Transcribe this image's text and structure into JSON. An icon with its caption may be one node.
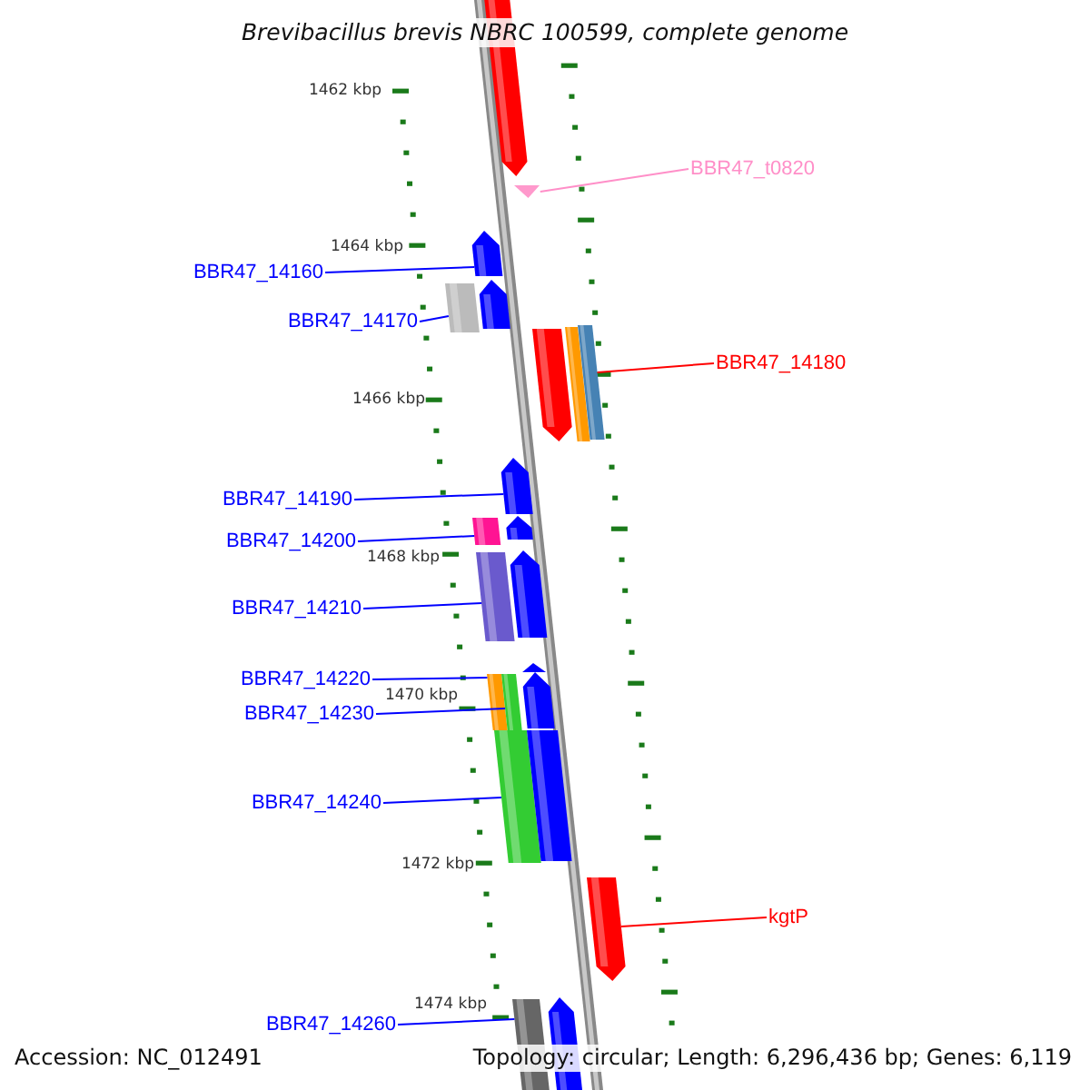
{
  "diagram": {
    "title": "Brevibacillus brevis NBRC 100599, complete genome",
    "nodes": [
      {
        "text": [],
        "shape": "arrow"
      },
      {
        "text": [
          "BBR47_t0820"
        ]
      },
      {
        "text": [],
        "shape": "arrow"
      },
      {
        "text": [],
        "shape": "arrow"
      },
      {
        "text": [
          "BBR47_14160"
        ]
      },
      {
        "text": [],
        "shape": "box"
      },
      {
        "text": [],
        "shape": "arrow"
      },
      {
        "text": [
          "BBR47_14170"
        ]
      },
      {
        "text": [],
        "shape": "arrow"
      },
      {
        "text": [],
        "shape": "box"
      },
      {
        "text": [],
        "shape": "box"
      },
      {
        "text": [
          "BBR47_14180"
        ]
      },
      {
        "text": [],
        "shape": "arrow"
      },
      {
        "text": [
          "BBR47_14190"
        ]
      },
      {
        "text": [],
        "shape": "arrow"
      },
      {
        "text": [],
        "shape": "box"
      },
      {
        "text": [
          "BBR47_14200"
        ]
      },
      {
        "text": [],
        "shape": "arrow"
      },
      {
        "text": [],
        "shape": "box"
      },
      {
        "text": [
          "BBR47_14210"
        ]
      },
      {
        "text": [],
        "shape": "arrow"
      },
      {
        "text": [],
        "shape": "box"
      },
      {
        "text": [],
        "shape": "box"
      },
      {
        "text": [],
        "shape": "arrow"
      },
      {
        "text": [
          "BBR47_14220"
        ]
      },
      {
        "text": [
          "BBR47_14230"
        ]
      },
      {
        "text": [],
        "shape": "box"
      },
      {
        "text": [],
        "shape": "box"
      },
      {
        "text": [
          "BBR47_14240"
        ]
      },
      {
        "text": [],
        "shape": "arrow"
      },
      {
        "text": [
          "kgtP"
        ]
      },
      {
        "text": [],
        "shape": "box"
      },
      {
        "text": [],
        "shape": "arrow"
      },
      {
        "text": [
          "BBR47_14260"
        ]
      }
    ],
    "edges": [
      {
        "from": 1,
        "to": 2,
        "arrow": "none",
        "color": "#ff8fc8"
      },
      {
        "from": 4,
        "to": 3,
        "arrow": "none"
      },
      {
        "from": 7,
        "to": 5,
        "arrow": "none"
      },
      {
        "from": 11,
        "to": 10,
        "arrow": "none",
        "color": "#ff0000"
      },
      {
        "from": 13,
        "to": 12,
        "arrow": "none"
      },
      {
        "from": 16,
        "to": 15,
        "arrow": "none"
      },
      {
        "from": 19,
        "to": 18,
        "arrow": "none"
      },
      {
        "from": 24,
        "to": 21,
        "arrow": "none"
      },
      {
        "from": 25,
        "to": 22,
        "arrow": "none"
      },
      {
        "from": 28,
        "to": 26,
        "arrow": "none"
      },
      {
        "from": 30,
        "to": 29,
        "arrow": "none",
        "color": "#ff0000"
      },
      {
        "from": 33,
        "to": 31,
        "arrow": "none"
      }
    ],
    "labels": [
      "1462 kbp",
      "1464 kbp",
      "1466 kbp",
      "1468 kbp",
      "1470 kbp",
      "1472 kbp",
      "1474 kbp",
      "Accession: NC_012491",
      "Topology: circular; Length: 6,296,436 bp; Genes: 6,119"
    ]
  }
}
